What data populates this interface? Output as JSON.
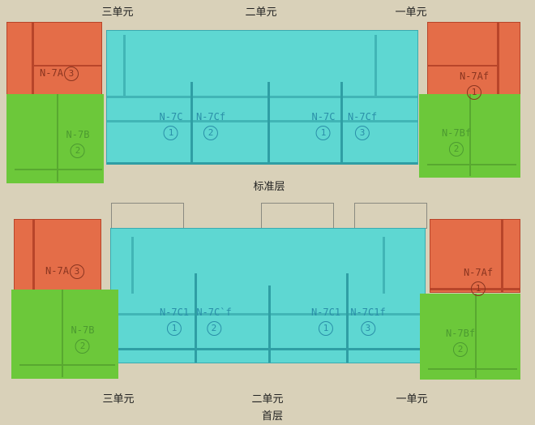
{
  "standard_floor": {
    "title": "标准层",
    "unit_headers": [
      "三单元",
      "二单元",
      "一单元"
    ],
    "apartments": [
      {
        "type": "N-7A",
        "num": "3"
      },
      {
        "type": "N-7B",
        "num": "2"
      },
      {
        "type": "N-7C",
        "num": "1"
      },
      {
        "type": "N-7Cf",
        "num": "2"
      },
      {
        "type": "N-7C",
        "num": "1"
      },
      {
        "type": "N-7Cf",
        "num": "3"
      },
      {
        "type": "N-7Af",
        "num": "1"
      },
      {
        "type": "N-7Bf",
        "num": "2"
      }
    ]
  },
  "ground_floor": {
    "title": "首层",
    "unit_headers": [
      "三单元",
      "二单元",
      "一单元"
    ],
    "apartments": [
      {
        "type": "N-7A",
        "num": "3"
      },
      {
        "type": "N-7B",
        "num": "2"
      },
      {
        "type": "N-7C1",
        "num": "1"
      },
      {
        "type": "N-7C`f",
        "num": "2"
      },
      {
        "type": "N-7C1",
        "num": "1"
      },
      {
        "type": "N-7C1f",
        "num": "3"
      },
      {
        "type": "N-7Af",
        "num": "1"
      },
      {
        "type": "N-7Bf",
        "num": "2"
      }
    ]
  },
  "colors": {
    "typeA": "#e46d48",
    "typeB": "#6cc83a",
    "typeC": "#5ed7d2",
    "background": "#d9d1b9"
  }
}
